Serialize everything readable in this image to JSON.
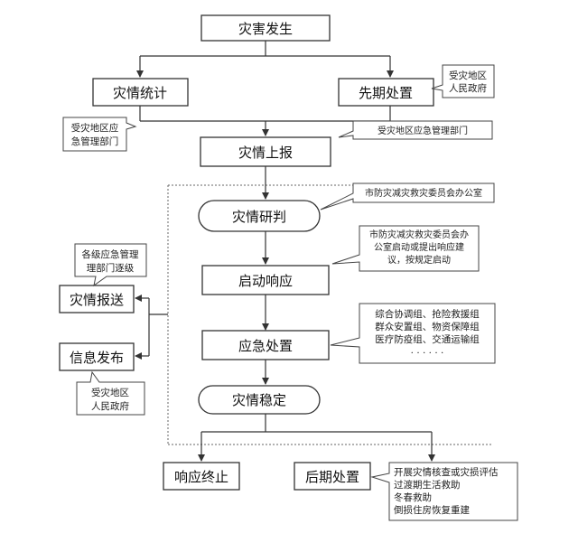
{
  "nodes": {
    "disaster_occurs": "灾害发生",
    "disaster_statistics": "灾情统计",
    "early_response": "先期处置",
    "disaster_report": "灾情上报",
    "disaster_assessment": "灾情研判",
    "start_response": "启动响应",
    "emergency_response": "应急处置",
    "disaster_stable": "灾情稳定",
    "disaster_reporting": "灾情报送",
    "info_release": "信息发布",
    "response_end": "响应终止",
    "post_disaster": "后期处置"
  },
  "notes": {
    "gov_top": [
      "受灾地区",
      "人民政府"
    ],
    "local_dept_left": [
      "受灾地区应",
      "急管理部门"
    ],
    "local_dept_right": "受灾地区应急管理部门",
    "office": "市防灾减灾救灾委员会办公室",
    "office_advice": [
      "市防灾减灾救灾委员会办",
      "公室启动或提出响应建",
      "议，按规定启动"
    ],
    "groups": [
      "综合协调组、抢险救援组",
      "群众安置组、物资保障组",
      "医疗防疫组、交通运输组",
      "· · · · · ·"
    ],
    "levels_dept": [
      "各级应急管理",
      "理部门逐级"
    ],
    "gov_bottom": [
      "受灾地区",
      "人民政府"
    ],
    "post_tasks": [
      "开展灾情核查或灾损评估",
      "过渡期生活救助",
      "冬春救助",
      "倒损住房恢复重建"
    ]
  }
}
